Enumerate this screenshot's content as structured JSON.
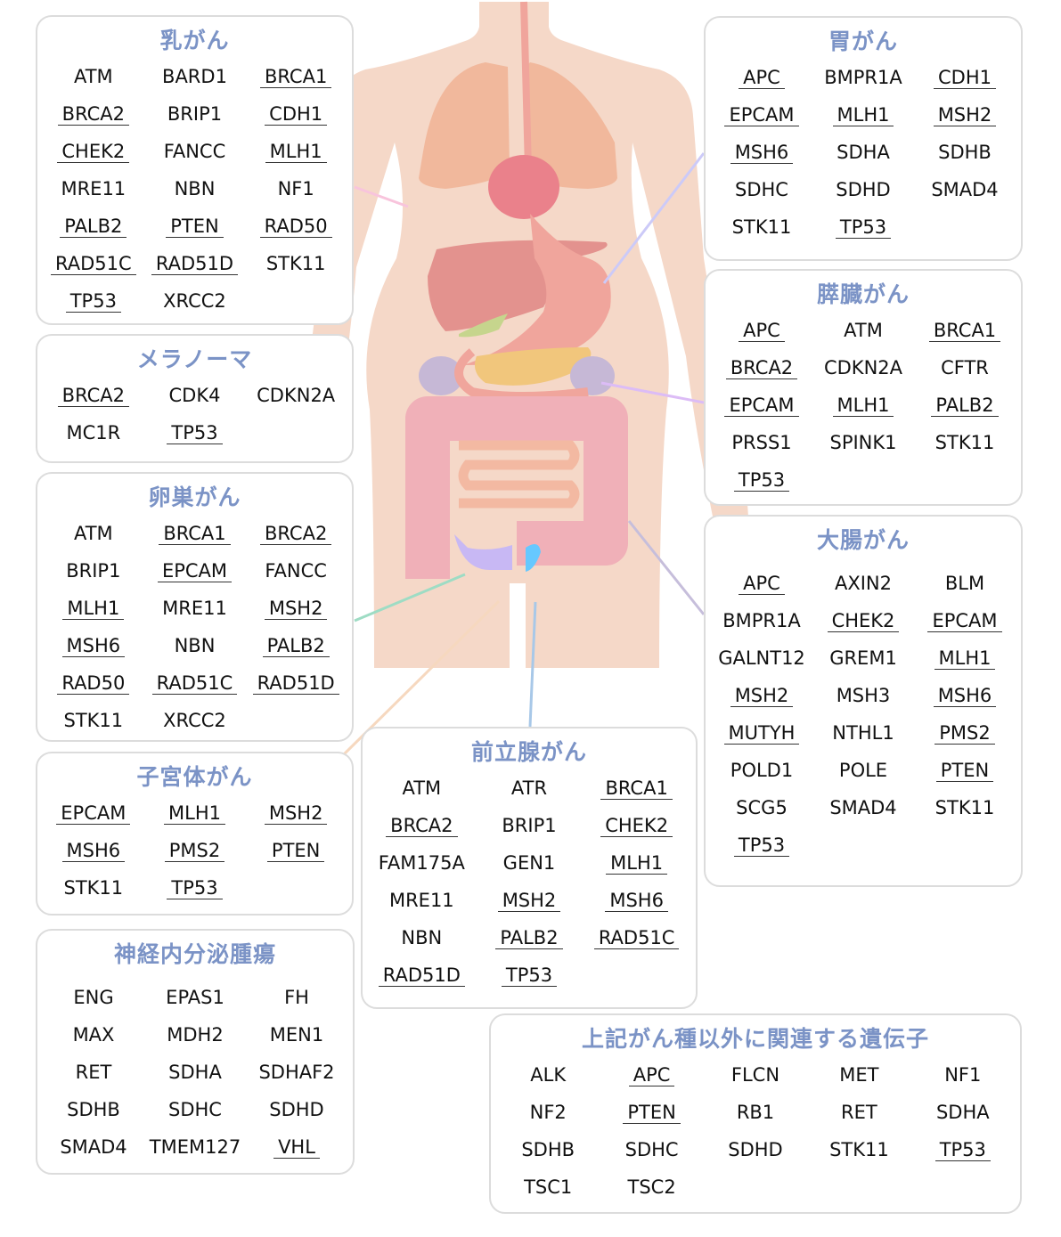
{
  "colors": {
    "title": "#7b93c6",
    "skin": "#f5d8c8",
    "card_border": "#dcdcdc"
  },
  "cards": [
    {
      "id": "breast",
      "title": "乳がん",
      "genes": [
        {
          "name": "ATM",
          "linked": false
        },
        {
          "name": "BARD1",
          "linked": false
        },
        {
          "name": "BRCA1",
          "linked": true
        },
        {
          "name": "BRCA2",
          "linked": true
        },
        {
          "name": "BRIP1",
          "linked": false
        },
        {
          "name": "CDH1",
          "linked": true
        },
        {
          "name": "CHEK2",
          "linked": true
        },
        {
          "name": "FANCC",
          "linked": false
        },
        {
          "name": "MLH1",
          "linked": true
        },
        {
          "name": "MRE11",
          "linked": false
        },
        {
          "name": "NBN",
          "linked": false
        },
        {
          "name": "NF1",
          "linked": false
        },
        {
          "name": "PALB2",
          "linked": true
        },
        {
          "name": "PTEN",
          "linked": true
        },
        {
          "name": "RAD50",
          "linked": true
        },
        {
          "name": "RAD51C",
          "linked": true
        },
        {
          "name": "RAD51D",
          "linked": true
        },
        {
          "name": "STK11",
          "linked": false
        },
        {
          "name": "TP53",
          "linked": true
        },
        {
          "name": "XRCC2",
          "linked": false
        }
      ]
    },
    {
      "id": "melanoma",
      "title": "メラノーマ",
      "genes": [
        {
          "name": "BRCA2",
          "linked": true
        },
        {
          "name": "CDK4",
          "linked": false
        },
        {
          "name": "CDKN2A",
          "linked": false
        },
        {
          "name": "MC1R",
          "linked": false
        },
        {
          "name": "TP53",
          "linked": true
        }
      ]
    },
    {
      "id": "ovarian",
      "title": "卵巣がん",
      "genes": [
        {
          "name": "ATM",
          "linked": false
        },
        {
          "name": "BRCA1",
          "linked": true
        },
        {
          "name": "BRCA2",
          "linked": true
        },
        {
          "name": "BRIP1",
          "linked": false
        },
        {
          "name": "EPCAM",
          "linked": true
        },
        {
          "name": "FANCC",
          "linked": false
        },
        {
          "name": "MLH1",
          "linked": true
        },
        {
          "name": "MRE11",
          "linked": false
        },
        {
          "name": "MSH2",
          "linked": true
        },
        {
          "name": "MSH6",
          "linked": true
        },
        {
          "name": "NBN",
          "linked": false
        },
        {
          "name": "PALB2",
          "linked": true
        },
        {
          "name": "RAD50",
          "linked": true
        },
        {
          "name": "RAD51C",
          "linked": true
        },
        {
          "name": "RAD51D",
          "linked": true
        },
        {
          "name": "STK11",
          "linked": false
        },
        {
          "name": "XRCC2",
          "linked": false
        }
      ]
    },
    {
      "id": "uterine",
      "title": "子宮体がん",
      "genes": [
        {
          "name": "EPCAM",
          "linked": true
        },
        {
          "name": "MLH1",
          "linked": true
        },
        {
          "name": "MSH2",
          "linked": true
        },
        {
          "name": "MSH6",
          "linked": true
        },
        {
          "name": "PMS2",
          "linked": true
        },
        {
          "name": "PTEN",
          "linked": true
        },
        {
          "name": "STK11",
          "linked": false
        },
        {
          "name": "TP53",
          "linked": true
        }
      ]
    },
    {
      "id": "neuroendocrine",
      "title": "神経内分泌腫瘍",
      "genes": [
        {
          "name": "ENG",
          "linked": false
        },
        {
          "name": "EPAS1",
          "linked": false
        },
        {
          "name": "FH",
          "linked": false
        },
        {
          "name": "MAX",
          "linked": false
        },
        {
          "name": "MDH2",
          "linked": false
        },
        {
          "name": "MEN1",
          "linked": false
        },
        {
          "name": "RET",
          "linked": false
        },
        {
          "name": "SDHA",
          "linked": false
        },
        {
          "name": "SDHAF2",
          "linked": false
        },
        {
          "name": "SDHB",
          "linked": false
        },
        {
          "name": "SDHC",
          "linked": false
        },
        {
          "name": "SDHD",
          "linked": false
        },
        {
          "name": "SMAD4",
          "linked": false
        },
        {
          "name": "TMEM127",
          "linked": false
        },
        {
          "name": "VHL",
          "linked": true
        }
      ]
    },
    {
      "id": "prostate",
      "title": "前立腺がん",
      "genes": [
        {
          "name": "ATM",
          "linked": false
        },
        {
          "name": "ATR",
          "linked": false
        },
        {
          "name": "BRCA1",
          "linked": true
        },
        {
          "name": "BRCA2",
          "linked": true
        },
        {
          "name": "BRIP1",
          "linked": false
        },
        {
          "name": "CHEK2",
          "linked": true
        },
        {
          "name": "FAM175A",
          "linked": false
        },
        {
          "name": "GEN1",
          "linked": false
        },
        {
          "name": "MLH1",
          "linked": true
        },
        {
          "name": "MRE11",
          "linked": false
        },
        {
          "name": "MSH2",
          "linked": true
        },
        {
          "name": "MSH6",
          "linked": true
        },
        {
          "name": "NBN",
          "linked": false
        },
        {
          "name": "PALB2",
          "linked": true
        },
        {
          "name": "RAD51C",
          "linked": true
        },
        {
          "name": "RAD51D",
          "linked": true
        },
        {
          "name": "TP53",
          "linked": true
        }
      ]
    },
    {
      "id": "gastric",
      "title": "胃がん",
      "genes": [
        {
          "name": "APC",
          "linked": true
        },
        {
          "name": "BMPR1A",
          "linked": false
        },
        {
          "name": "CDH1",
          "linked": true
        },
        {
          "name": "EPCAM",
          "linked": true
        },
        {
          "name": "MLH1",
          "linked": true
        },
        {
          "name": "MSH2",
          "linked": true
        },
        {
          "name": "MSH6",
          "linked": true
        },
        {
          "name": "SDHA",
          "linked": false
        },
        {
          "name": "SDHB",
          "linked": false
        },
        {
          "name": "SDHC",
          "linked": false
        },
        {
          "name": "SDHD",
          "linked": false
        },
        {
          "name": "SMAD4",
          "linked": false
        },
        {
          "name": "STK11",
          "linked": false
        },
        {
          "name": "TP53",
          "linked": true
        }
      ]
    },
    {
      "id": "pancreatic",
      "title": "膵臓がん",
      "genes": [
        {
          "name": "APC",
          "linked": true
        },
        {
          "name": "ATM",
          "linked": false
        },
        {
          "name": "BRCA1",
          "linked": true
        },
        {
          "name": "BRCA2",
          "linked": true
        },
        {
          "name": "CDKN2A",
          "linked": false
        },
        {
          "name": "CFTR",
          "linked": false
        },
        {
          "name": "EPCAM",
          "linked": true
        },
        {
          "name": "MLH1",
          "linked": true
        },
        {
          "name": "PALB2",
          "linked": true
        },
        {
          "name": "PRSS1",
          "linked": false
        },
        {
          "name": "SPINK1",
          "linked": false
        },
        {
          "name": "STK11",
          "linked": false
        },
        {
          "name": "TP53",
          "linked": true
        }
      ]
    },
    {
      "id": "colorectal",
      "title": "大腸がん",
      "genes": [
        {
          "name": "APC",
          "linked": true
        },
        {
          "name": "AXIN2",
          "linked": false
        },
        {
          "name": "BLM",
          "linked": false
        },
        {
          "name": "BMPR1A",
          "linked": false
        },
        {
          "name": "CHEK2",
          "linked": true
        },
        {
          "name": "EPCAM",
          "linked": true
        },
        {
          "name": "GALNT12",
          "linked": false
        },
        {
          "name": "GREM1",
          "linked": false
        },
        {
          "name": "MLH1",
          "linked": true
        },
        {
          "name": "MSH2",
          "linked": true
        },
        {
          "name": "MSH3",
          "linked": false
        },
        {
          "name": "MSH6",
          "linked": true
        },
        {
          "name": "MUTYH",
          "linked": true
        },
        {
          "name": "NTHL1",
          "linked": false
        },
        {
          "name": "PMS2",
          "linked": true
        },
        {
          "name": "POLD1",
          "linked": false
        },
        {
          "name": "POLE",
          "linked": false
        },
        {
          "name": "PTEN",
          "linked": true
        },
        {
          "name": "SCG5",
          "linked": false
        },
        {
          "name": "SMAD4",
          "linked": false
        },
        {
          "name": "STK11",
          "linked": false
        },
        {
          "name": "TP53",
          "linked": true
        }
      ]
    },
    {
      "id": "other",
      "title": "上記がん種以外に関連する遺伝子",
      "genes": [
        {
          "name": "ALK",
          "linked": false
        },
        {
          "name": "APC",
          "linked": true
        },
        {
          "name": "FLCN",
          "linked": false
        },
        {
          "name": "MET",
          "linked": false
        },
        {
          "name": "NF1",
          "linked": false
        },
        {
          "name": "NF2",
          "linked": false
        },
        {
          "name": "PTEN",
          "linked": true
        },
        {
          "name": "RB1",
          "linked": false
        },
        {
          "name": "RET",
          "linked": false
        },
        {
          "name": "SDHA",
          "linked": false
        },
        {
          "name": "SDHB",
          "linked": false
        },
        {
          "name": "SDHC",
          "linked": false
        },
        {
          "name": "SDHD",
          "linked": false
        },
        {
          "name": "STK11",
          "linked": false
        },
        {
          "name": "TP53",
          "linked": true
        },
        {
          "name": "TSC1",
          "linked": false
        },
        {
          "name": "TSC2",
          "linked": false
        }
      ]
    }
  ]
}
